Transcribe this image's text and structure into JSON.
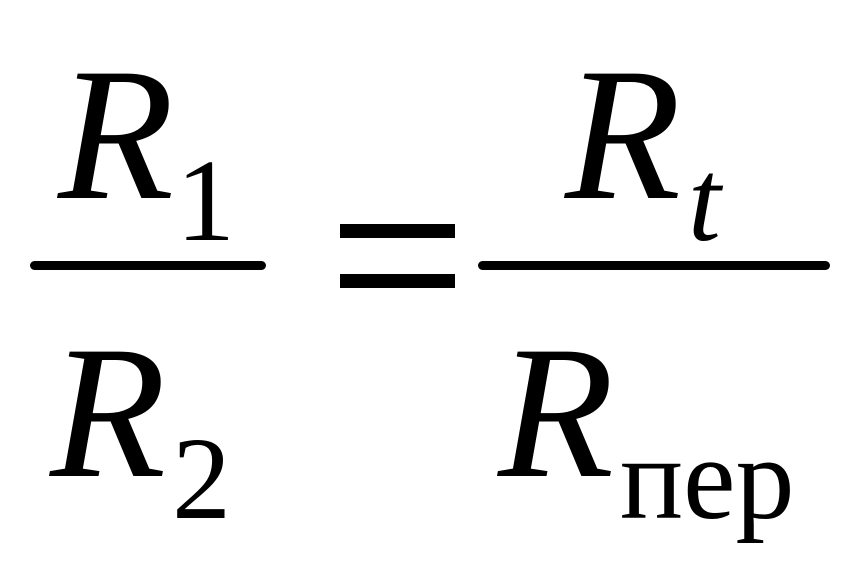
{
  "equation": {
    "left_fraction": {
      "numerator": {
        "symbol": "R",
        "subscript": "1"
      },
      "denominator": {
        "symbol": "R",
        "subscript": "2"
      }
    },
    "operator": "=",
    "right_fraction": {
      "numerator": {
        "symbol": "R",
        "subscript": "t"
      },
      "denominator": {
        "symbol": "R",
        "subscript": "пер"
      }
    }
  }
}
